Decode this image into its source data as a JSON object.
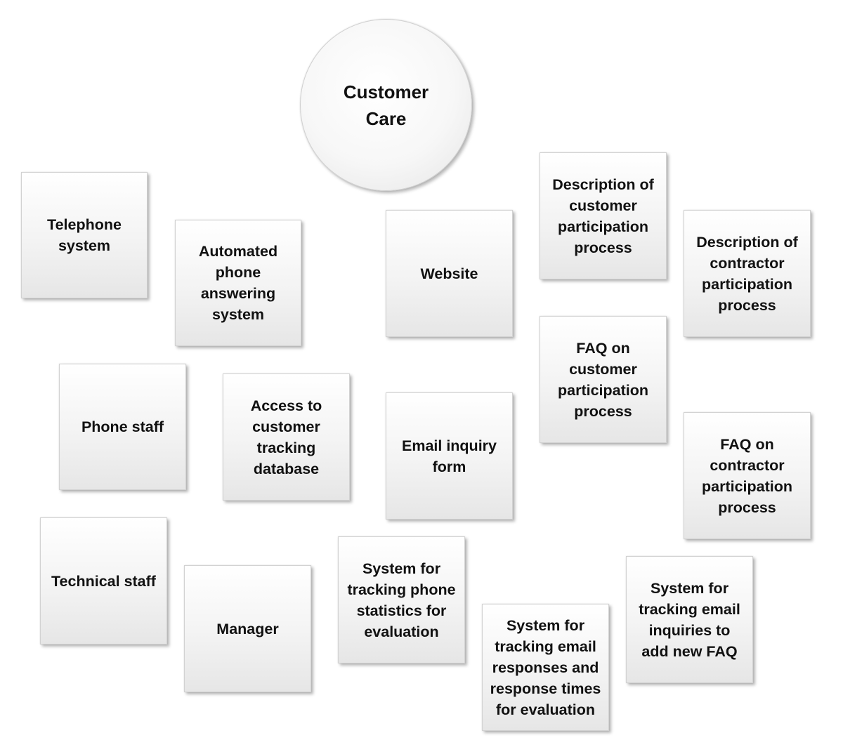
{
  "diagram": {
    "center": {
      "label": "Customer Care"
    },
    "nodes": {
      "telephone_system": "Telephone system",
      "automated_phone": "Automated phone answering system",
      "website": "Website",
      "desc_customer": "Description of customer participation process",
      "desc_contractor": "Description of contractor participation process",
      "phone_staff": "Phone staff",
      "access_tracking": "Access to customer tracking database",
      "email_form": "Email inquiry form",
      "faq_customer": "FAQ on customer participation process",
      "faq_contractor": "FAQ on contractor participation process",
      "technical_staff": "Technical staff",
      "manager": "Manager",
      "phone_stats": "System for tracking phone statistics for evaluation",
      "email_responses": "System for tracking email responses and response times for evaluation",
      "email_faq": "System for tracking email inquiries to add new FAQ"
    }
  }
}
